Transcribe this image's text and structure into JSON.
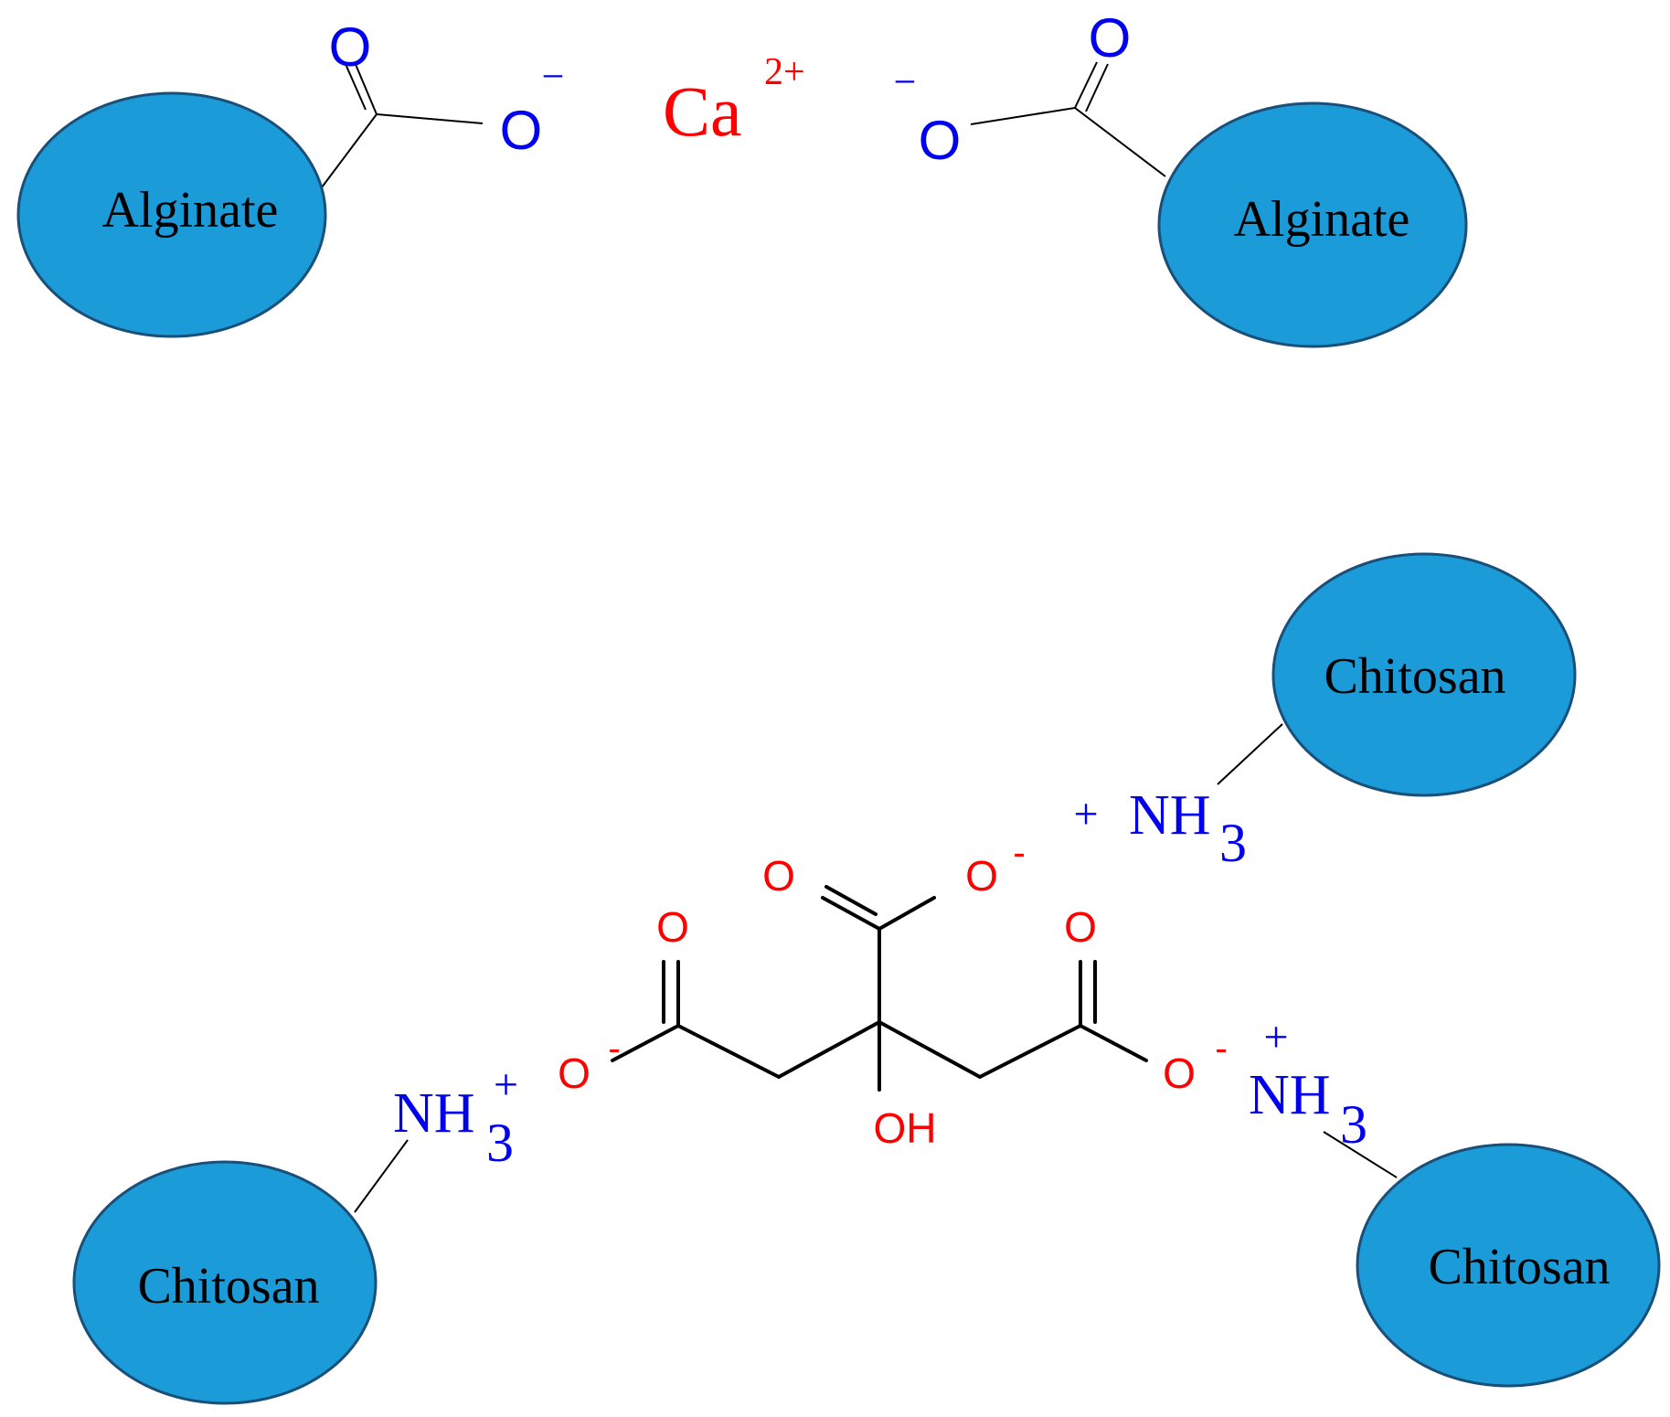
{
  "polymers": {
    "alginate": "Alginate",
    "chitosan": "Chitosan"
  },
  "ions": {
    "calcium": "Ca",
    "calcium_charge": "2+",
    "oxygen": "O",
    "minus": "−",
    "carbox_minus": "-",
    "plus": "+",
    "ammonium": "NH",
    "ammonium_sub": "3",
    "hydroxyl": "OH"
  },
  "colors": {
    "polymer_fill": "#1b9bd7",
    "alginate_ions": "#0000ee",
    "calcium": "#ff0000",
    "citrate": "#ff0000",
    "ammonium": "#0000ee"
  }
}
